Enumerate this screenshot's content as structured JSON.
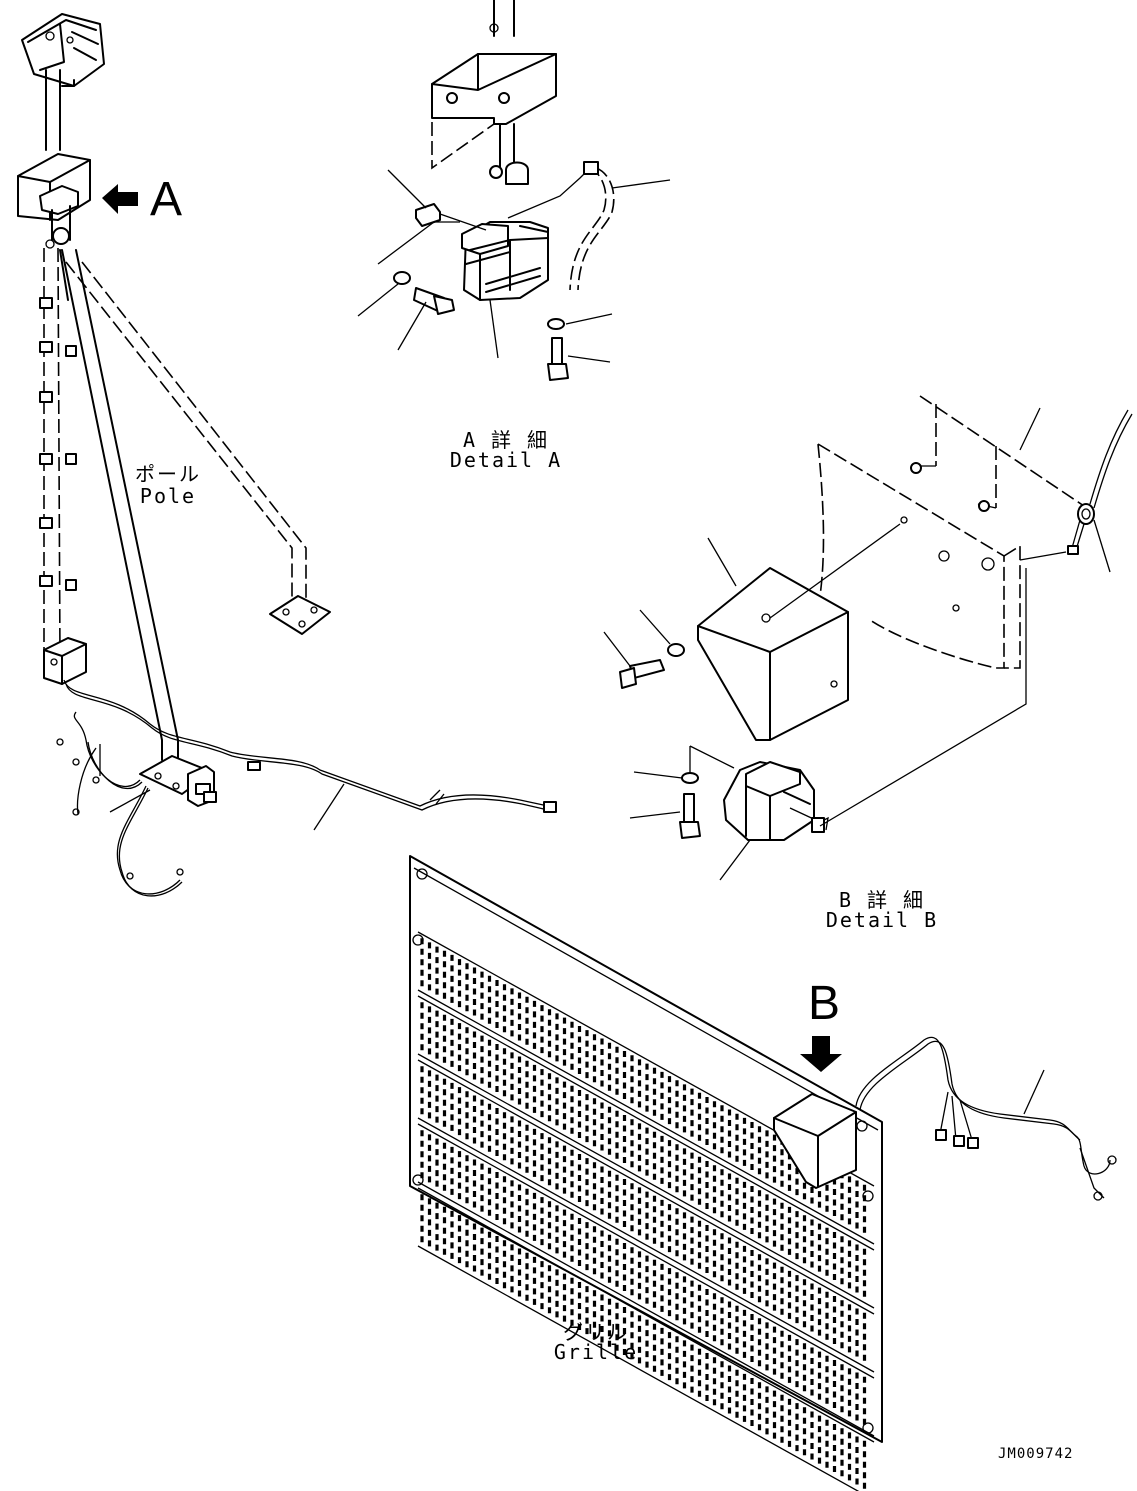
{
  "labels": {
    "pole_jp": "ポール",
    "pole_en": "Pole",
    "detail_a_jp": "A 詳 細",
    "detail_a_en": "Detail A",
    "detail_b_jp": "B 詳 細",
    "detail_b_en": "Detail B",
    "grille_jp": "グリル",
    "grille_en": "Grille",
    "view_a": "A",
    "view_b": "B"
  },
  "drawing_code": "JM009742"
}
